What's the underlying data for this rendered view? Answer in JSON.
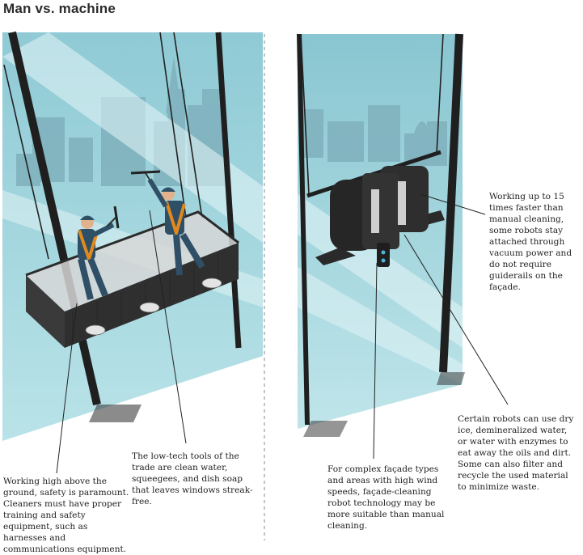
{
  "title": "Man vs. machine",
  "captions": {
    "ground": "Working high above the ground, safety is paramount. Cleaners must have proper training and safety equipment, such as harnesses and communications equipment.",
    "tools": "The low-tech tools of the trade are clean water, squeegees, and dish soap that leaves windows streak-free.",
    "facade": "For complex façade types and areas with high wind speeds, façade-cleaning robot technology may be more suitable than manual cleaning.",
    "robots": "Certain robots can use dry ice, demineralized water, or water with enzymes to eat away the oils and dirt. Some can also filter and recycle the used material to minimize waste.",
    "speed": "Working up to 15 times faster than manual cleaning, some robots stay attached through vacuum power and do not require guiderails on the façade."
  },
  "colors": {
    "glass": "#9fd3dc",
    "glass_light": "#cdeaee",
    "skyline": "#7fb1bd",
    "frame": "#1f1f1f",
    "worker_uniform": "#2f4f66",
    "harness": "#e08a1e",
    "robot": "#262626"
  }
}
